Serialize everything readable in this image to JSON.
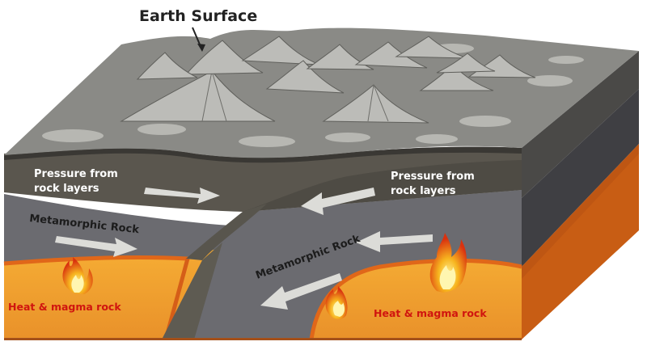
{
  "diagram": {
    "title": "Earth Surface",
    "labels": {
      "pressure_left_line1": "Pressure from",
      "pressure_left_line2": "rock layers",
      "pressure_right_line1": "Pressure from",
      "pressure_right_line2": "rock layers",
      "metamorphic_left": "Metamorphic Rock",
      "metamorphic_right": "Metamorphic Rock",
      "heat_left": "Heat & magma rock",
      "heat_right": "Heat & magma rock"
    },
    "colors": {
      "surface": "#8b8b87",
      "mountain": "#b9b9b5",
      "rock_layer": "#5c5850",
      "metamorphic": "#6d6d72",
      "magma": "#f0a030",
      "magma_edge": "#e26d1d",
      "side_face": "#4b4b4e",
      "arrow": "#dcdcd8",
      "heat_text": "#d0150f"
    }
  }
}
